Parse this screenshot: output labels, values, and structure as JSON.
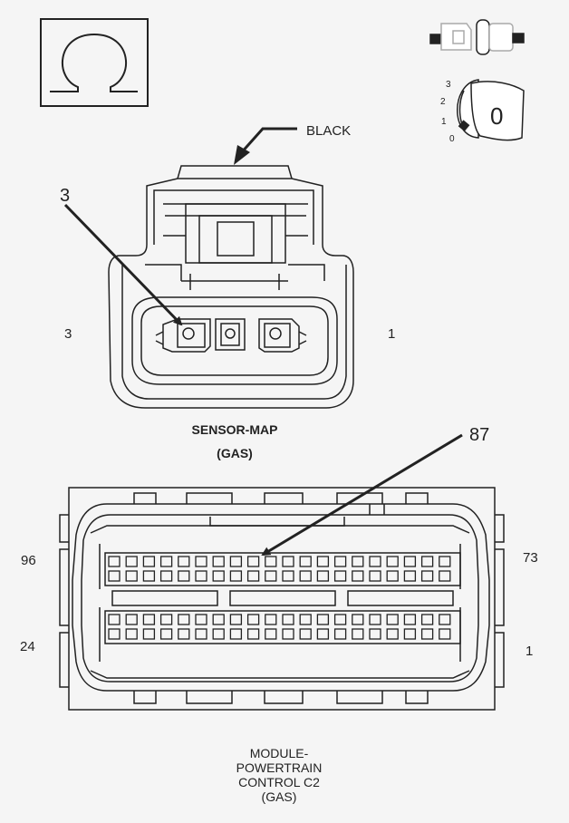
{
  "meter_symbol": {
    "icon": "ohm-icon",
    "glyph": "Ω"
  },
  "key_switch": {
    "positions": [
      "3",
      "2",
      "1",
      "0"
    ],
    "key_label": "0"
  },
  "sensor_map": {
    "color_callout": "BLACK",
    "pin_callout": "3",
    "pin_left": "3",
    "pin_right": "1",
    "title_line1": "SENSOR-MAP",
    "title_line2": "(GAS)",
    "cavities": 3
  },
  "pcm_c2": {
    "pin_callout": "87",
    "pin_top_left": "96",
    "pin_top_right": "73",
    "pin_bottom_left": "24",
    "pin_bottom_right": "1",
    "title_lines": [
      "MODULE-",
      "POWERTRAIN",
      "CONTROL C2",
      "(GAS)"
    ],
    "pins_per_row": 20,
    "pin_rows": 4
  },
  "colors": {
    "line": "#222222",
    "background": "#f5f5f5"
  }
}
